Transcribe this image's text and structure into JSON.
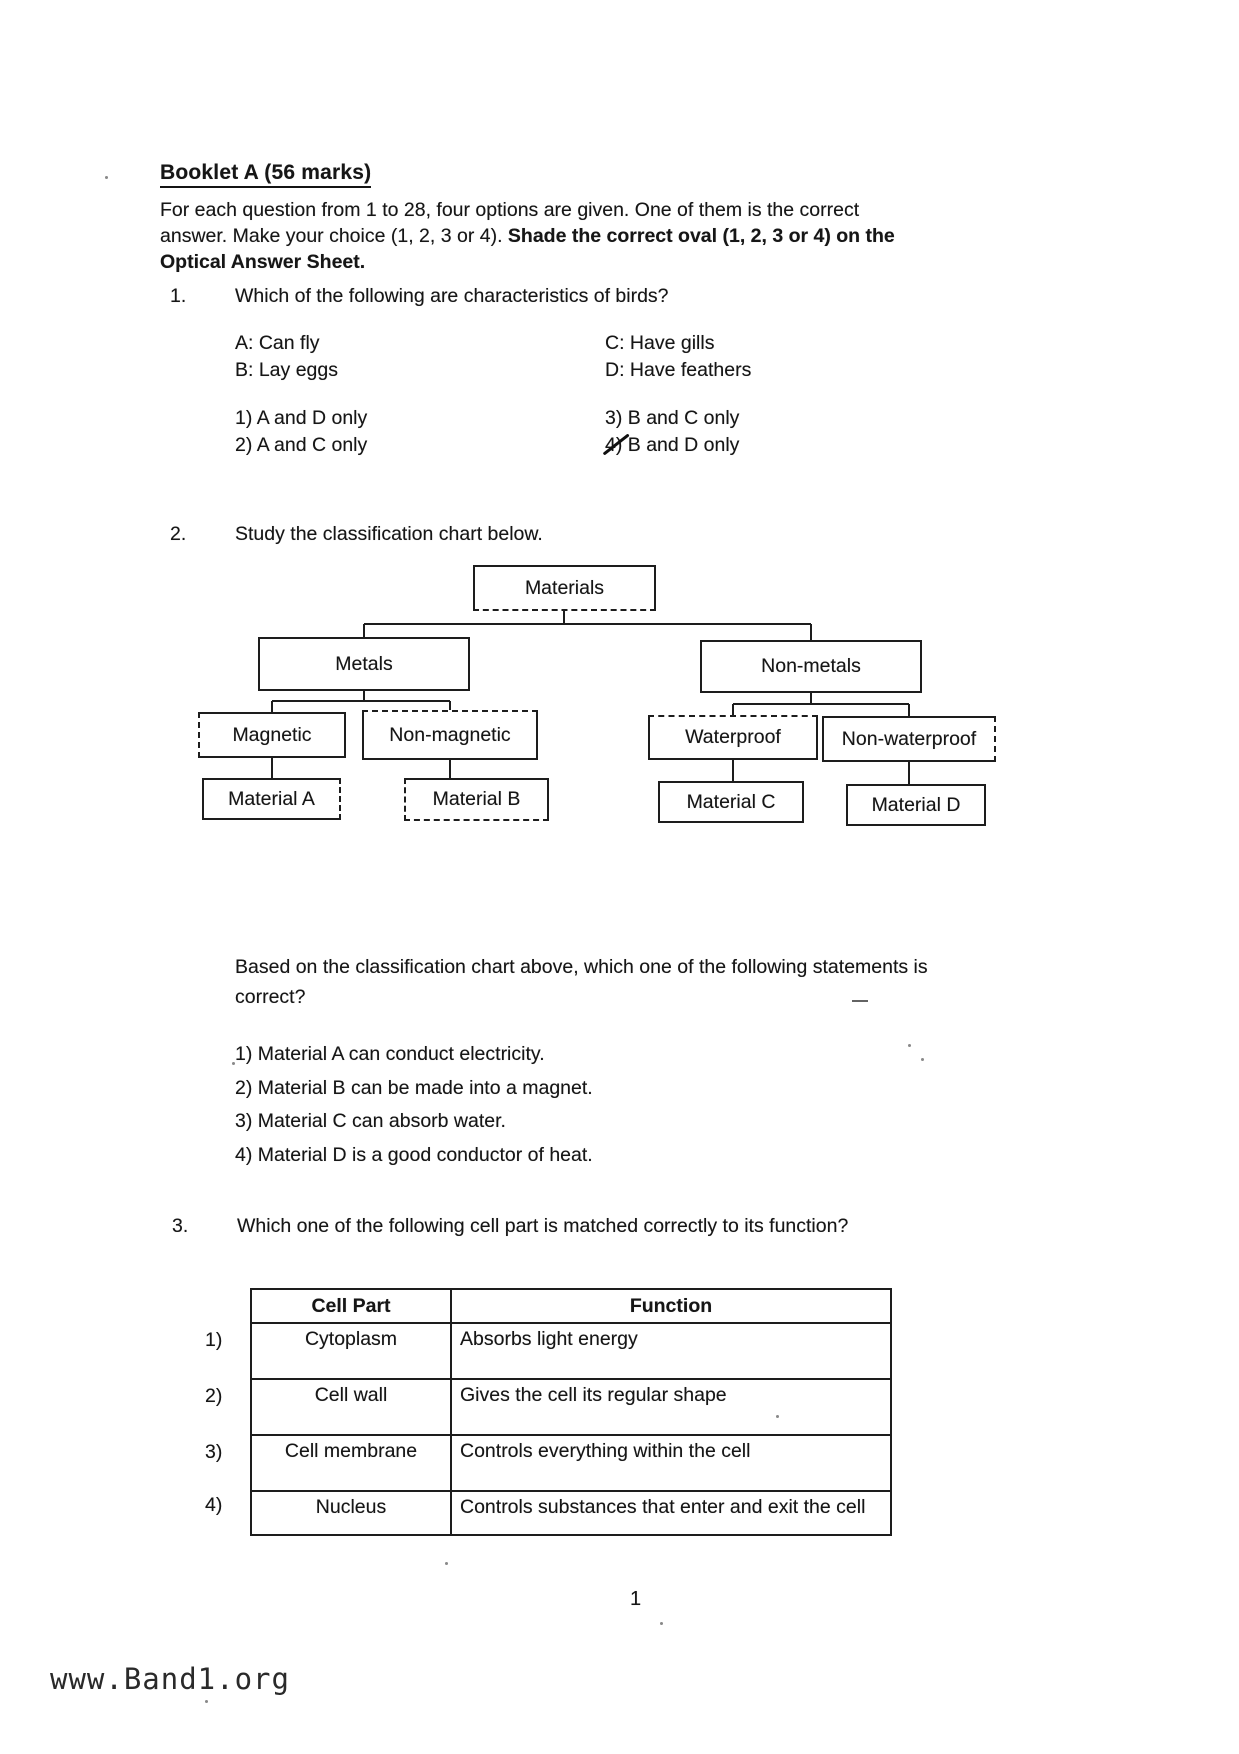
{
  "page": {
    "title": "Booklet A (56 marks)",
    "instructions": {
      "line1_normal": "For each question from 1 to 28, four options are given. One of them is the correct",
      "line2_normal": "answer. Make your choice (1, 2, 3 or 4). ",
      "line2_bold": "Shade the correct oval (1, 2, 3 or 4) on the",
      "line3_bold": "Optical Answer Sheet."
    },
    "footer": {
      "page_number": "1",
      "watermark": "www.Band1.org"
    }
  },
  "q1": {
    "number": "1.",
    "text": "Which of the following are characteristics of birds?",
    "statements": [
      {
        "text": "A: Can fly"
      },
      {
        "text": "B: Lay eggs"
      },
      {
        "text": "C: Have gills"
      },
      {
        "text": "D: Have feathers"
      }
    ],
    "choices": [
      {
        "label": "1)",
        "text": "A and D only"
      },
      {
        "label": "2)",
        "text": "A and C only"
      },
      {
        "label": "3)",
        "text": "B and C only"
      },
      {
        "label": "4)",
        "text": "B and D only"
      }
    ],
    "marked_choice": "4"
  },
  "q2": {
    "number": "2.",
    "text": "Study the classification chart below.",
    "chart": {
      "type": "classification-tree",
      "nodes": {
        "root": "Materials",
        "metals": "Metals",
        "nonmetals": "Non-metals",
        "magnetic": "Magnetic",
        "nonmagnetic": "Non-magnetic",
        "waterproof": "Waterproof",
        "nonwaterproof": "Non-waterproof",
        "matA": "Material A",
        "matB": "Material B",
        "matC": "Material C",
        "matD": "Material D"
      }
    },
    "followup": "Based on the classification chart above, which one of the following statements is correct?",
    "choices": [
      "1) Material A can conduct electricity.",
      "2) Material B can be made into a magnet.",
      "3) Material C can absorb water.",
      "4) Material D is a good conductor of heat."
    ]
  },
  "q3": {
    "number": "3.",
    "text": "Which one of the following cell part is matched correctly to its function?",
    "table": {
      "headers": [
        "Cell Part",
        "Function"
      ],
      "rows": [
        {
          "num": "1)",
          "part": "Cytoplasm",
          "function": "Absorbs light energy"
        },
        {
          "num": "2)",
          "part": "Cell wall",
          "function": "Gives the cell its regular shape"
        },
        {
          "num": "3)",
          "part": "Cell membrane",
          "function": "Controls everything within the cell"
        },
        {
          "num": "4)",
          "part": "Nucleus",
          "function": "Controls substances that enter and exit the cell"
        }
      ]
    }
  }
}
